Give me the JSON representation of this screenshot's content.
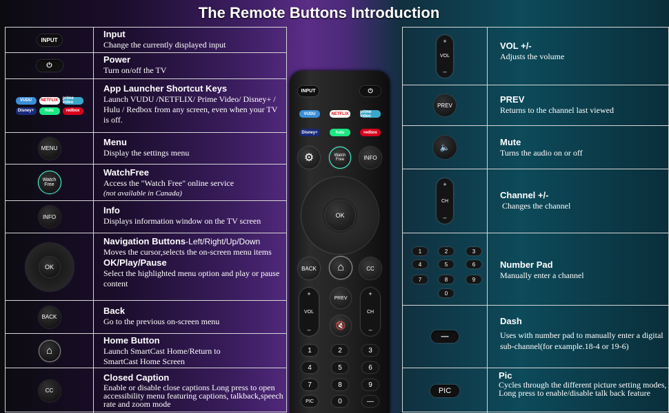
{
  "title": "The Remote Buttons Introduction",
  "left_rows": [
    {
      "icon_label": "INPUT",
      "heading": "Input",
      "text": "Change the currently displayed input"
    },
    {
      "icon_label": "",
      "heading": "Power",
      "text": "Turn on/off the TV"
    },
    {
      "icon_label": "",
      "heading": "App Launcher Shortcut Keys",
      "text": "Launch VUDU /NETFLIX/ Prime Video/ Disney+ / Hulu / Redbox from any screen, even when your TV is off."
    },
    {
      "icon_label": "MENU",
      "heading": "Menu",
      "text": "Display the settings menu"
    },
    {
      "icon_label": "Watch Free",
      "heading": "WatchFree",
      "text": "Access the \"Watch Free\" online service",
      "note": "(not available in Canada)"
    },
    {
      "icon_label": "INFO",
      "heading": "Info",
      "text": "Displays information window on the TV screen"
    },
    {
      "icon_label": "OK",
      "heading": "Navigation Buttons",
      "heading_suffix": "-Left/Right/Up/Down",
      "text": "Moves the cursor,selects the on-screen menu items",
      "heading2": "OK/Play/Pause",
      "text2": "Select the highlighted menu option and play or pause content"
    },
    {
      "icon_label": "BACK",
      "heading": "Back",
      "text": "Go to the previous on-screen menu"
    },
    {
      "icon_label": "",
      "heading": "Home Button",
      "text": "Launch SmartCast Home/Return to SmartCast Home Screen"
    },
    {
      "icon_label": "CC",
      "heading": "Closed Caption",
      "text": "Enable or disable close captions Long press to open accessibility menu featuring captions, talkback,speech rate and zoom mode"
    }
  ],
  "apps": [
    "VUDU",
    "NETFLIX",
    "prime video",
    "Disney+",
    "hulu",
    "redbox"
  ],
  "right_rows": [
    {
      "icon_label": "VOL",
      "heading": "VOL +/-",
      "text": "Adjusts the volume"
    },
    {
      "icon_label": "PREV",
      "heading": "PREV",
      "text": "Returns to the channel last viewed"
    },
    {
      "icon_label": "",
      "heading": "Mute",
      "text": "Turns the audio on or off"
    },
    {
      "icon_label": "CH",
      "heading": "Channel +/-",
      "text": "Changes the channel"
    },
    {
      "icon_label": "",
      "heading": "Number Pad",
      "text": "Manually enter a channel"
    },
    {
      "icon_label": "—",
      "heading": "Dash",
      "text": "Uses with number pad to manually enter a digital sub-channel(for example.18-4 or 19-6)"
    },
    {
      "icon_label": "PIC",
      "heading": "Pic",
      "text": "Cycles through the different picture setting modes, Long press to enable/disable talk back feature"
    }
  ],
  "numpad": [
    "1",
    "2",
    "3",
    "4",
    "5",
    "6",
    "7",
    "8",
    "9",
    "0"
  ],
  "remote": {
    "input": "INPUT",
    "info": "INFO",
    "watch_free": "Watch Free",
    "ok": "OK",
    "back": "BACK",
    "cc": "CC",
    "prev": "PREV",
    "vol": "VOL",
    "ch": "CH",
    "plus": "+",
    "minus": "–",
    "pic": "PIC",
    "dash": "—"
  },
  "colors": {
    "vudu": "#3a8fd8",
    "netflix": "#e50914",
    "prime": "#3aa7c9",
    "disney": "#1a2a7a",
    "hulu": "#1ce783",
    "redbox": "#d6001c"
  }
}
